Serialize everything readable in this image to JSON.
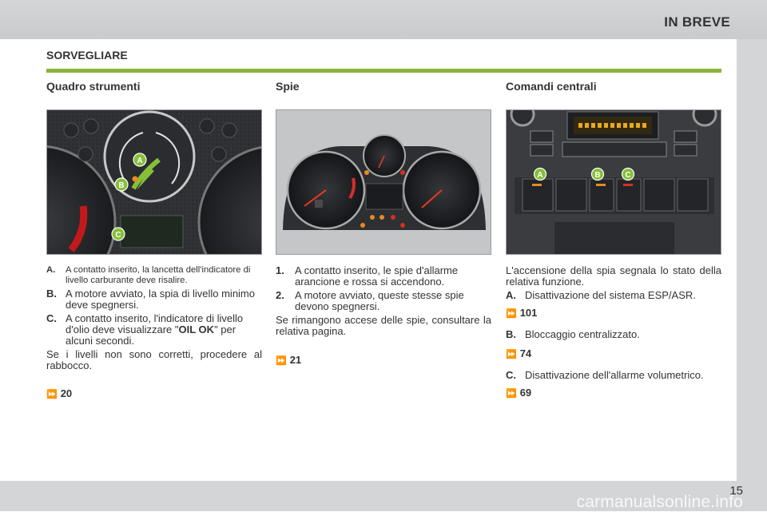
{
  "header": {
    "title": "IN BREVE"
  },
  "section": {
    "title": "SORVEGLIARE"
  },
  "page_number": "15",
  "watermark": "carmanualsonline.info",
  "colors": {
    "accent_green": "#8db33a",
    "band_gray": "#d3d5d7",
    "text": "#333333"
  },
  "col1": {
    "title": "Quadro strumenti",
    "labels": [
      "A",
      "B",
      "C"
    ],
    "items": [
      {
        "key": "A.",
        "text": "A contatto inserito, la lancetta dell'indicatore di livello carburante deve risalire."
      },
      {
        "key": "B.",
        "text": "A motore avviato, la spia di livello minimo deve spegnersi."
      },
      {
        "key": "C.",
        "text_before": "A contatto inserito, l'indicatore di livello d'olio deve visualizzare \"",
        "bold": "OIL OK",
        "text_after": "\" per alcuni secondi."
      }
    ],
    "paragraph": "Se i livelli non sono corretti, procedere al rabbocco.",
    "ref": "20"
  },
  "col2": {
    "title": "Spie",
    "items": [
      {
        "key": "1.",
        "text": "A contatto inserito, le spie d'allarme arancione e rossa si accendono."
      },
      {
        "key": "2.",
        "text": "A motore avviato, queste stesse spie devono spegnersi."
      }
    ],
    "paragraph": "Se rimangono accese delle spie, consultare la relativa pagina.",
    "ref": "21"
  },
  "col3": {
    "title": "Comandi centrali",
    "labels": [
      "A",
      "B",
      "C"
    ],
    "intro": "L'accensione della spia segnala lo stato della relativa funzione.",
    "items": [
      {
        "key": "A.",
        "text": "Disattivazione del sistema ESP/ASR.",
        "ref": "101"
      },
      {
        "key": "B.",
        "text": "Bloccaggio centralizzato.",
        "ref": "74"
      },
      {
        "key": "C.",
        "text": "Disattivazione dell'allarme volumetrico.",
        "ref": "69"
      }
    ]
  }
}
